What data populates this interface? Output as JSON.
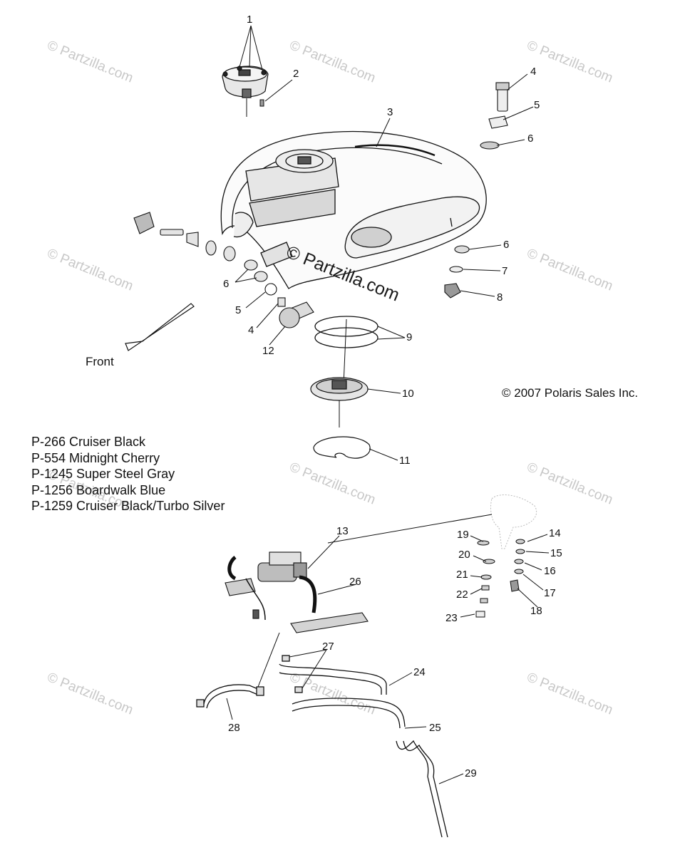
{
  "diagram": {
    "watermark_text": "© Partzilla.com",
    "center_watermark": "© Partzilla.com",
    "front_label": "Front",
    "copyright": "© 2007 Polaris Sales Inc.",
    "color_codes": [
      "P-266  Cruiser Black",
      "P-554  Midnight Cherry",
      "P-1245 Super Steel Gray",
      "P-1256 Boardwalk Blue",
      "P-1259 Cruiser Black/Turbo Silver"
    ],
    "callouts": {
      "c1": "1",
      "c2": "2",
      "c3": "3",
      "c4a": "4",
      "c5a": "5",
      "c6a": "6",
      "c6b": "6",
      "c7": "7",
      "c8": "8",
      "c6c": "6",
      "c5b": "5",
      "c4b": "4",
      "c12": "12",
      "c9": "9",
      "c10": "10",
      "c11": "11",
      "c13": "13",
      "c14": "14",
      "c15": "15",
      "c16": "16",
      "c17": "17",
      "c18": "18",
      "c19": "19",
      "c20": "20",
      "c21": "21",
      "c22": "22",
      "c23": "23",
      "c26": "26",
      "c27": "27",
      "c24": "24",
      "c25": "25",
      "c28": "28",
      "c29": "29"
    }
  }
}
